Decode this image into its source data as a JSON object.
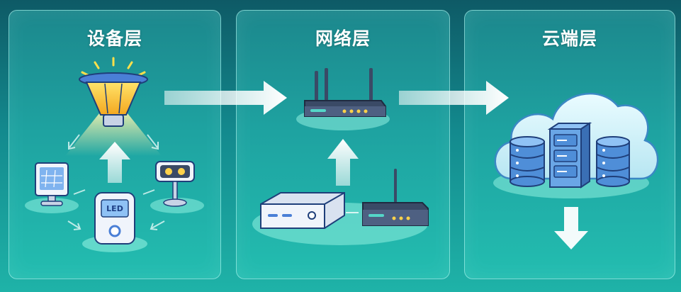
{
  "layers": [
    {
      "title": "设备层"
    },
    {
      "title": "网络层"
    },
    {
      "title": "云端层"
    }
  ],
  "device": {
    "led_label": "LED"
  },
  "colors": {
    "accent": "#ffffff",
    "device_body": "#f0f4fb",
    "device_blue": "#4a7fd6",
    "lamp_yellow": "#ffd24a",
    "router_dark": "#3a4a66",
    "server_blue": "#4f8ed8"
  }
}
